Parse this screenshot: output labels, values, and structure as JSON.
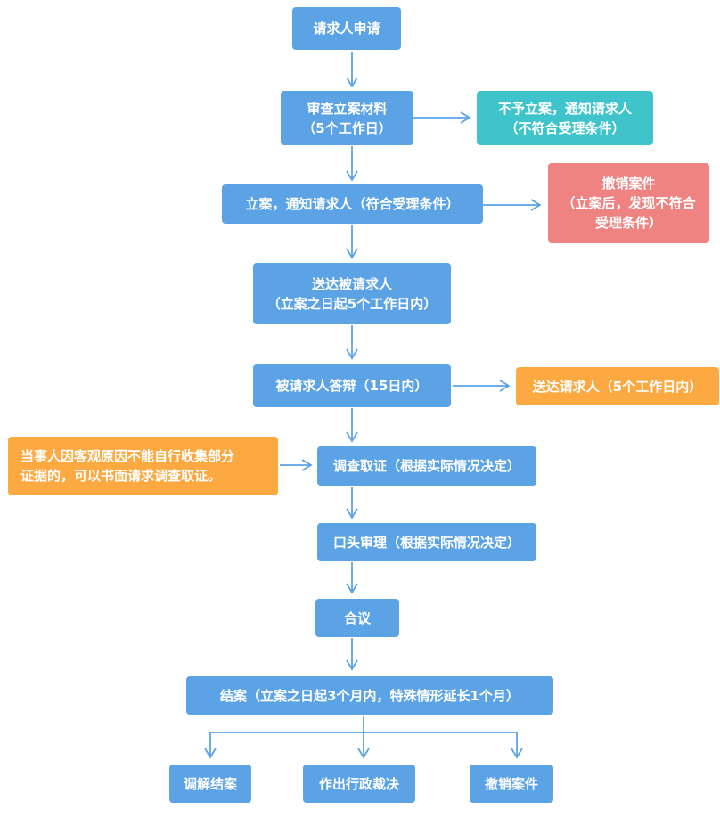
{
  "colors": {
    "blue": "#5ca3e6",
    "teal": "#3fc4cc",
    "red": "#ee8381",
    "orange": "#fca941",
    "arrow": "#5ca3e6"
  },
  "nodes": {
    "apply": "请求人申请",
    "review_line1": "审查立案材料",
    "review_line2": "（5个工作日）",
    "reject_line1": "不予立案，通知请求人",
    "reject_line2": "（不符合受理条件）",
    "accept": "立案，通知请求人（符合受理条件）",
    "revoke_line1": "撤销案件",
    "revoke_line2": "（立案后，发现不符合",
    "revoke_line3": "受理条件）",
    "deliver_line1": "送达被请求人",
    "deliver_line2": "（立案之日起5个工作日内）",
    "reply": "被请求人答辩（15日内）",
    "deliver_requester": "送达请求人（5个工作日内）",
    "note_line1": "当事人因客观原因不能自行收集部分",
    "note_line2": "证据的，可以书面请求调查取证。",
    "investigate": "调查取证（根据实际情况决定）",
    "hearing": "口头审理（根据实际情况决定）",
    "deliberate": "合议",
    "close": "结案（立案之日起3个月内，特殊情形延长1个月）",
    "mediation": "调解结案",
    "decision": "作出行政裁决",
    "withdraw": "撤销案件"
  }
}
